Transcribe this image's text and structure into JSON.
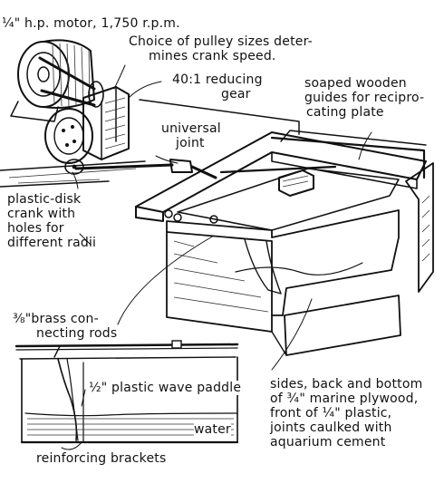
{
  "labels": {
    "motor": "¼\" h.p. motor, 1,750 r.p.m.",
    "pulley_line1": "Choice of pulley sizes deter-",
    "pulley_line2": "mines crank speed.",
    "gear_line1": "40:1 reducing",
    "gear_line2": "gear",
    "guides_line1": "soaped wooden",
    "guides_line2": "guides for recipro-",
    "guides_line3": "cating plate",
    "joint_line1": "universal",
    "joint_line2": "joint",
    "crank_line1": "plastic-disk",
    "crank_line2": "crank with",
    "crank_line3": "holes for",
    "crank_line4": "different radii",
    "rods_line1": "⅜\"brass con-",
    "rods_line2": "necting rods",
    "paddle": "½\" plastic wave paddle",
    "water": "water",
    "brackets": "reinforcing brackets",
    "sides_line1": "sides, back and bottom",
    "sides_line2": "of ¾\" marine plywood,",
    "sides_line3": "front of ¼\" plastic,",
    "sides_line4": "joints caulked with",
    "sides_line5": "aquarium cement"
  },
  "colors": {
    "ink": "#111111",
    "paper": "#ffffff"
  }
}
